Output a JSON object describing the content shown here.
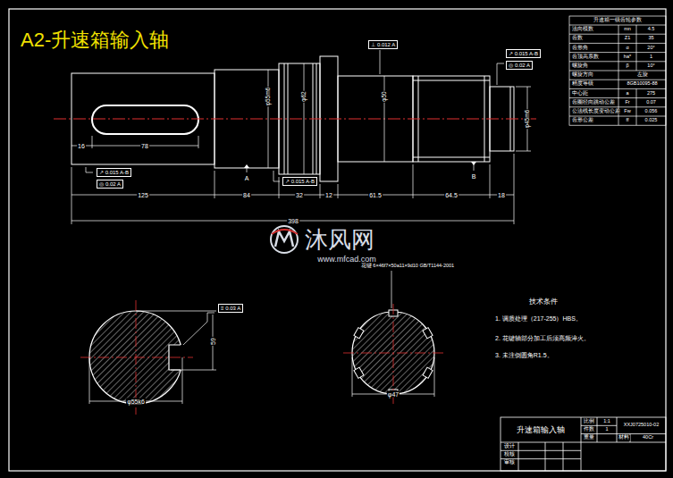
{
  "diagram": {
    "title": "A2-升速箱输入轴",
    "labels": [
      "沐风网",
      "www.mfcad.com",
      "125",
      "84",
      "32",
      "12",
      "61.5",
      "64.5",
      "18",
      "398",
      "16",
      "78",
      "φ55m6",
      "φ62",
      "φ50",
      "φ45m6",
      "↗ 0.015 A-B",
      "◎ 0.02 A",
      "A",
      "↗ 0.015 A-B",
      "⊥ 0.012 A",
      "↗ 0.015 A-B",
      "◎ 0.02 A",
      "B",
      "≡ 0.03 A",
      "59",
      "φ55k6",
      "花键 6×46f7×50a11×9d10 GB/T1144-2001",
      "φ47",
      "技术条件",
      "1. 调质处理（217-255）HBS。",
      "2. 花键轴部分加工后须高频淬火。",
      "3. 未注倒圆角R1.5。",
      "升速箱一级齿轮参数",
      "法向模数",
      "mn",
      "4.5",
      "齿数",
      "Z1",
      "35",
      "齿形角",
      "α",
      "20°",
      "齿顶高系数",
      "ha*",
      "1",
      "螺旋角",
      "β",
      "10°",
      "螺旋方向",
      "左旋",
      "精度等级",
      "8GB10095-88",
      "中心距",
      "a",
      "275",
      "齿圈径向跳动公差",
      "Fr",
      "0.07",
      "公法线长度变动公差",
      "Fw",
      "0.056",
      "齿形公差",
      "ff",
      "0.025",
      "升速箱输入轴",
      "比例",
      "1:1",
      "XXJ0725010-02",
      "件数",
      "1",
      "重量",
      "材料",
      "40Cr",
      "设计",
      "校核",
      "审核"
    ]
  }
}
